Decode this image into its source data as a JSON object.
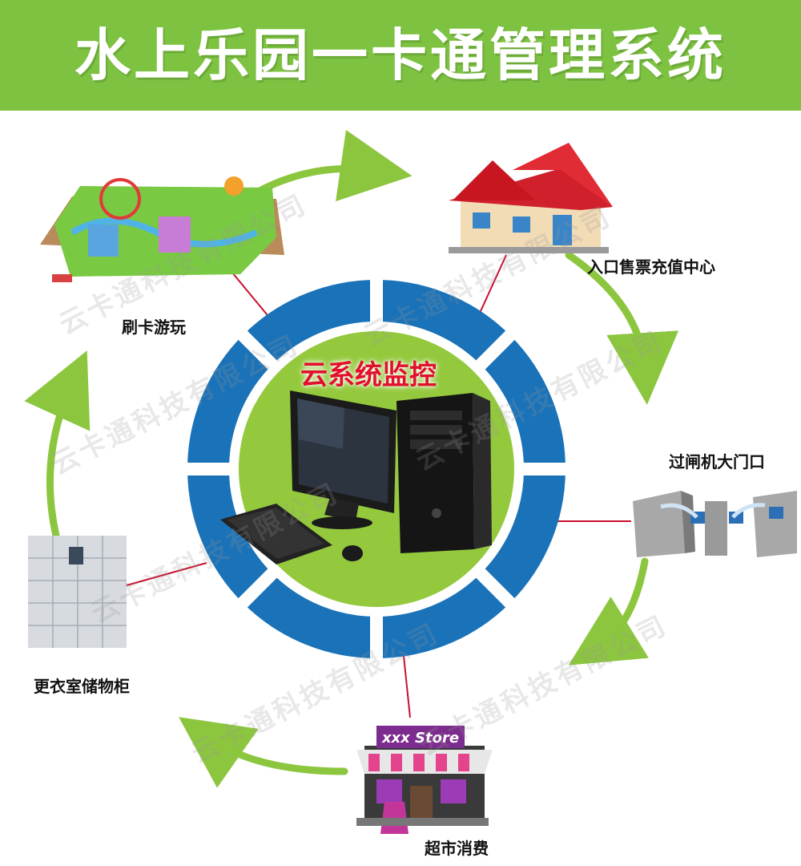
{
  "title": "水上乐园一卡通管理系统",
  "center": {
    "label": "云系统监控"
  },
  "nodes": [
    {
      "id": "play",
      "label": "刷卡游玩"
    },
    {
      "id": "ticket",
      "label": "入口售票充值中心"
    },
    {
      "id": "gate",
      "label": "过闸机大门口"
    },
    {
      "id": "store",
      "label": "超市消费",
      "sign": "xxx Store"
    },
    {
      "id": "locker",
      "label": "更衣室储物柜"
    }
  ],
  "watermark": "云卡通科技有限公司",
  "colors": {
    "banner": "#7dc241",
    "ring": "#1a72b8",
    "center": "#94c93d",
    "arrow": "#8cc63f",
    "link": "#c8102e",
    "center_text": "#e1112b"
  }
}
